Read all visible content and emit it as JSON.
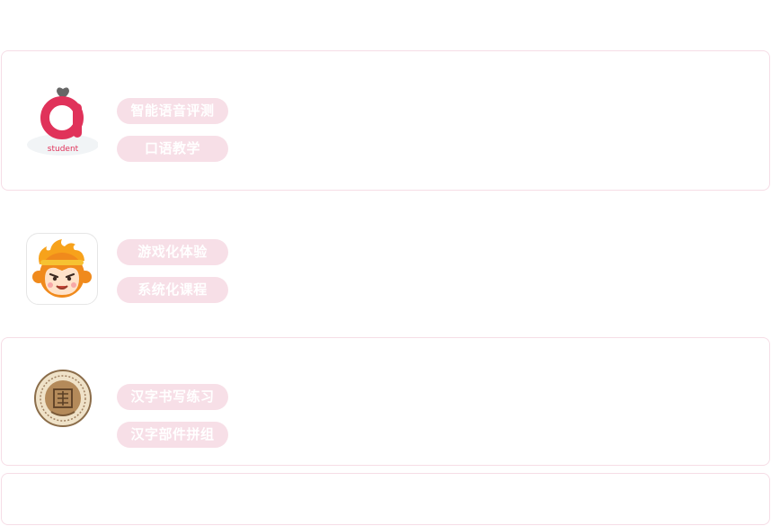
{
  "cards": [
    {
      "logo": {
        "icon": "a-student-logo-icon",
        "text": "student",
        "accent": "#e0325a"
      },
      "tags": [
        "智能语音评测",
        "口语教学"
      ]
    },
    {
      "logo": {
        "icon": "monkey-king-logo-icon"
      },
      "tags": [
        "游戏化体验",
        "系统化课程"
      ]
    },
    {
      "logo": {
        "icon": "chinese-character-seal-logo-icon"
      },
      "tags": [
        "汉字书写练习",
        "汉字部件拼组"
      ]
    },
    {
      "tags": []
    }
  ],
  "colors": {
    "tag_background": "#f7dfe7",
    "tag_text": "#ffffff",
    "card_border": "#f6dde6"
  }
}
